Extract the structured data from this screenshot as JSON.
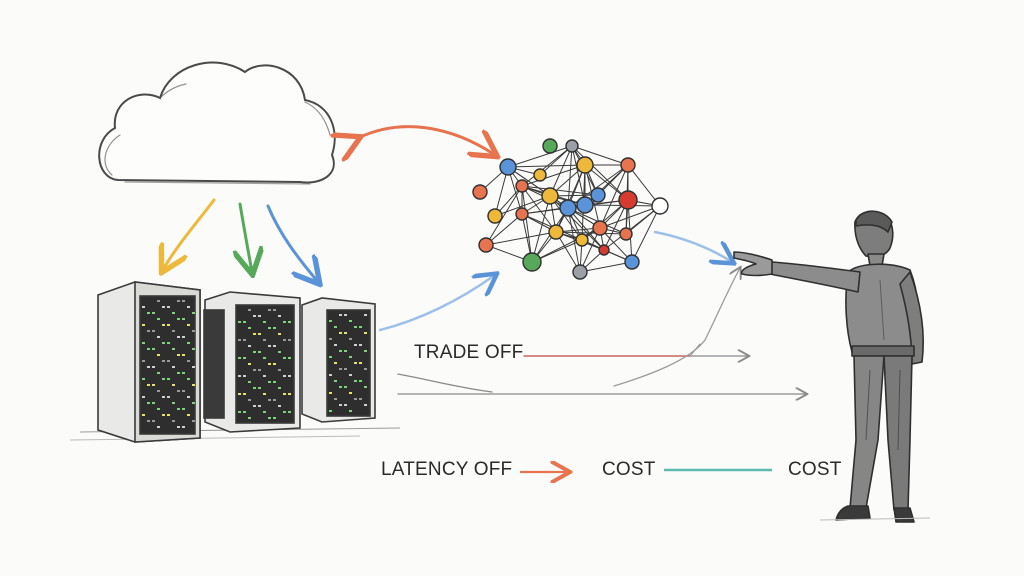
{
  "labels": {
    "trade_off": "TRADE OFF",
    "latency_off": "LATENCY OFF",
    "cost_1": "COST",
    "cost_2": "COST"
  },
  "icons": [
    "cloud-icon",
    "server-rack-icon",
    "network-graph-icon",
    "pointing-person-icon"
  ],
  "colors": {
    "orange": "#e7744f",
    "yellow": "#eeb93a",
    "green": "#57a85b",
    "blue": "#5a93d8",
    "teal": "#5fb8ad",
    "red": "#d63b30",
    "gray": "#9a9a9a",
    "ink": "#3a3a3a"
  }
}
